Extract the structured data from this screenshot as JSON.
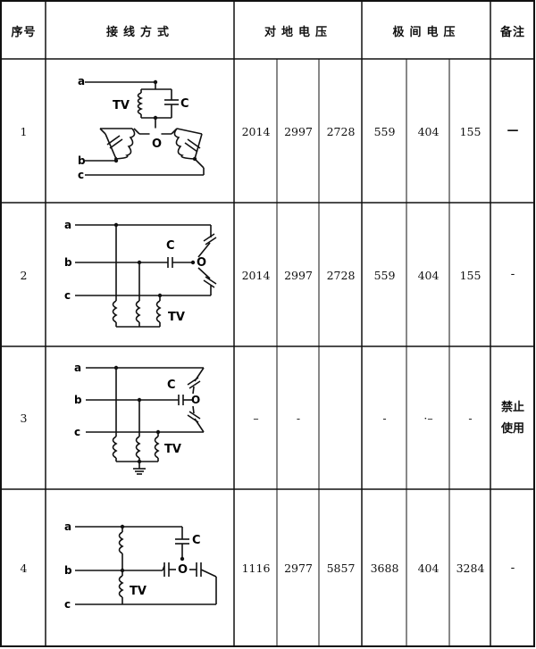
{
  "table": {
    "headers": {
      "seq": "序号",
      "wiring": "接线方式",
      "to_ground": "对地电压",
      "between_poles": "极间电压",
      "remark": "备注"
    },
    "rows": [
      {
        "seq": "1",
        "ground": [
          "2014",
          "2997",
          "2728"
        ],
        "pole": [
          "559",
          "404",
          "155"
        ],
        "remark": [
          "—"
        ]
      },
      {
        "seq": "2",
        "ground": [
          "2014",
          "2997",
          "2728"
        ],
        "pole": [
          "559",
          "404",
          "155"
        ],
        "remark": [
          "-"
        ]
      },
      {
        "seq": "3",
        "ground": [
          "–",
          "-",
          ""
        ],
        "pole": [
          "-",
          "·–",
          "-"
        ],
        "remark": [
          "禁止",
          "使用"
        ]
      },
      {
        "seq": "4",
        "ground": [
          "1116",
          "2977",
          "5857"
        ],
        "pole": [
          "3688",
          "404",
          "3284"
        ],
        "remark": [
          "-"
        ]
      }
    ]
  },
  "diagram_labels": {
    "a": "a",
    "b": "b",
    "c": "c",
    "tv": "TV",
    "cap": "C",
    "neutral": "O"
  }
}
